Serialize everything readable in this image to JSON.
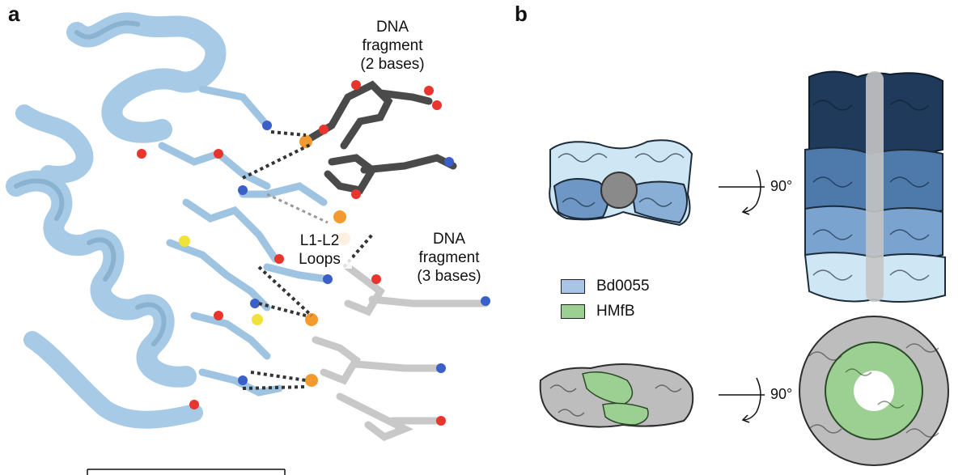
{
  "panel_a": {
    "letter": "a",
    "label_dna_top": [
      "DNA",
      "fragment",
      "(2 bases)"
    ],
    "label_loops": [
      "L1-L2",
      "Loops"
    ],
    "label_dna_bottom": [
      "DNA",
      "fragment",
      "(3 bases)"
    ]
  },
  "panel_b": {
    "letter": "b",
    "rotation_top": "90°",
    "rotation_bottom": "90°",
    "legend": [
      {
        "label": "Bd0055",
        "color": "#a9c4e4"
      },
      {
        "label": "HMfB",
        "color": "#9ccf92"
      }
    ]
  },
  "colors": {
    "helix": "#a7cbe6",
    "helix_shadow": "#7ea8c8",
    "dna_dark": "#4a4a4a",
    "dna_light": "#c8c8c8",
    "oxygen": "#e8352e",
    "nitrogen": "#3a5fc8",
    "phosphate": "#f29a2e",
    "sulfur": "#f1e23a",
    "navy": "#1f3a5a",
    "mid_blue": "#6e97c6",
    "light_blue": "#cfe6f5",
    "green": "#7dc070",
    "light_green": "#cde8c2",
    "gray": "#9a9a9a",
    "light_gray": "#d6d6d6"
  }
}
